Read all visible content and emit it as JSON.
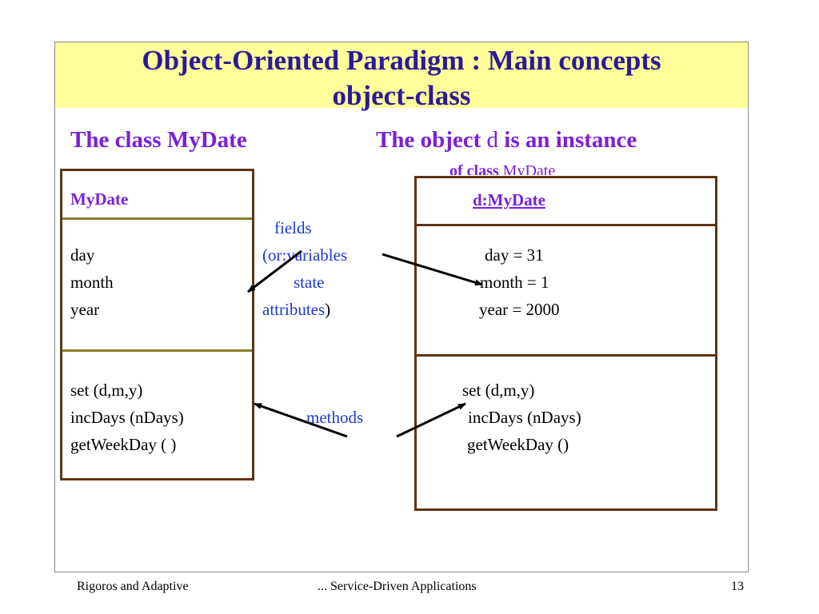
{
  "title": {
    "line1": "Object-Oriented Paradigm : Main concepts",
    "line2": "object-class"
  },
  "left_heading": "The class MyDate",
  "right_heading": {
    "part1": "The object ",
    "part2": "d",
    "part3": " is an instance",
    "sub_bold": "of class",
    "sub_plain": " MyDate"
  },
  "class_box": {
    "name": "MyDate",
    "fields": [
      "day",
      "month",
      "year"
    ],
    "methods": [
      "set (d,m,y)",
      "incDays (nDays)",
      "getWeekDay ( )"
    ]
  },
  "object_box": {
    "name": "d:MyDate",
    "fields": [
      "day = 31",
      "month = 1",
      "year = 2000"
    ],
    "methods": [
      "set (d,m,y)",
      "incDays (nDays)",
      "getWeekDay ()"
    ]
  },
  "labels": {
    "fields": "fields",
    "or_prefix": "(or:",
    "variables": "variables",
    "state": "state",
    "attributes": "attributes",
    "close_paren": ")",
    "methods": "methods"
  },
  "footer": {
    "left": "Rigoros and Adaptive",
    "center": "... Service-Driven Applications",
    "page": "13"
  },
  "colors": {
    "title_band": "#ffff99",
    "title_text": "#2a1a9a",
    "heading_purple": "#7b1fd8",
    "label_blue": "#1d3ad0",
    "box_border": "#5e3416",
    "divider_olive": "#8c7d2a"
  }
}
